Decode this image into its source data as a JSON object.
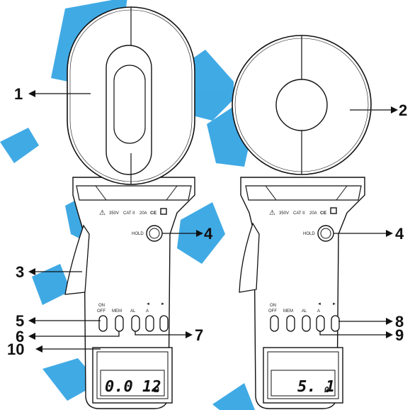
{
  "watermark_color": "#1e9be0",
  "callouts": {
    "c1": "1",
    "c2": "2",
    "c3": "3",
    "c4_left": "4",
    "c4_right": "4",
    "c5": "5",
    "c6": "6",
    "c7": "7",
    "c8": "8",
    "c9": "9",
    "c10": "10"
  },
  "left_meter": {
    "markings": {
      "voltage": "350V",
      "category": "CAT II",
      "current": "20A",
      "ce": "CE"
    },
    "hold_label": "HOLD",
    "buttons": {
      "on": "ON",
      "off": "OFF",
      "mem": "MEM",
      "al": "AL",
      "a": "A",
      "left_arrow": "◄",
      "right_arrow": "►"
    },
    "display": {
      "value": "0.0 12",
      "unit": "Ω"
    }
  },
  "right_meter": {
    "markings": {
      "voltage": "350V",
      "category": "CAT II",
      "current": "20A",
      "ce": "CE"
    },
    "hold_label": "HOLD",
    "buttons": {
      "on": "ON",
      "off": "OFF",
      "mem": "MEM",
      "al": "AL",
      "a": "A",
      "left_arrow": "◄",
      "right_arrow": "►"
    },
    "display": {
      "value": "5. 1",
      "unit": "Ω"
    }
  }
}
